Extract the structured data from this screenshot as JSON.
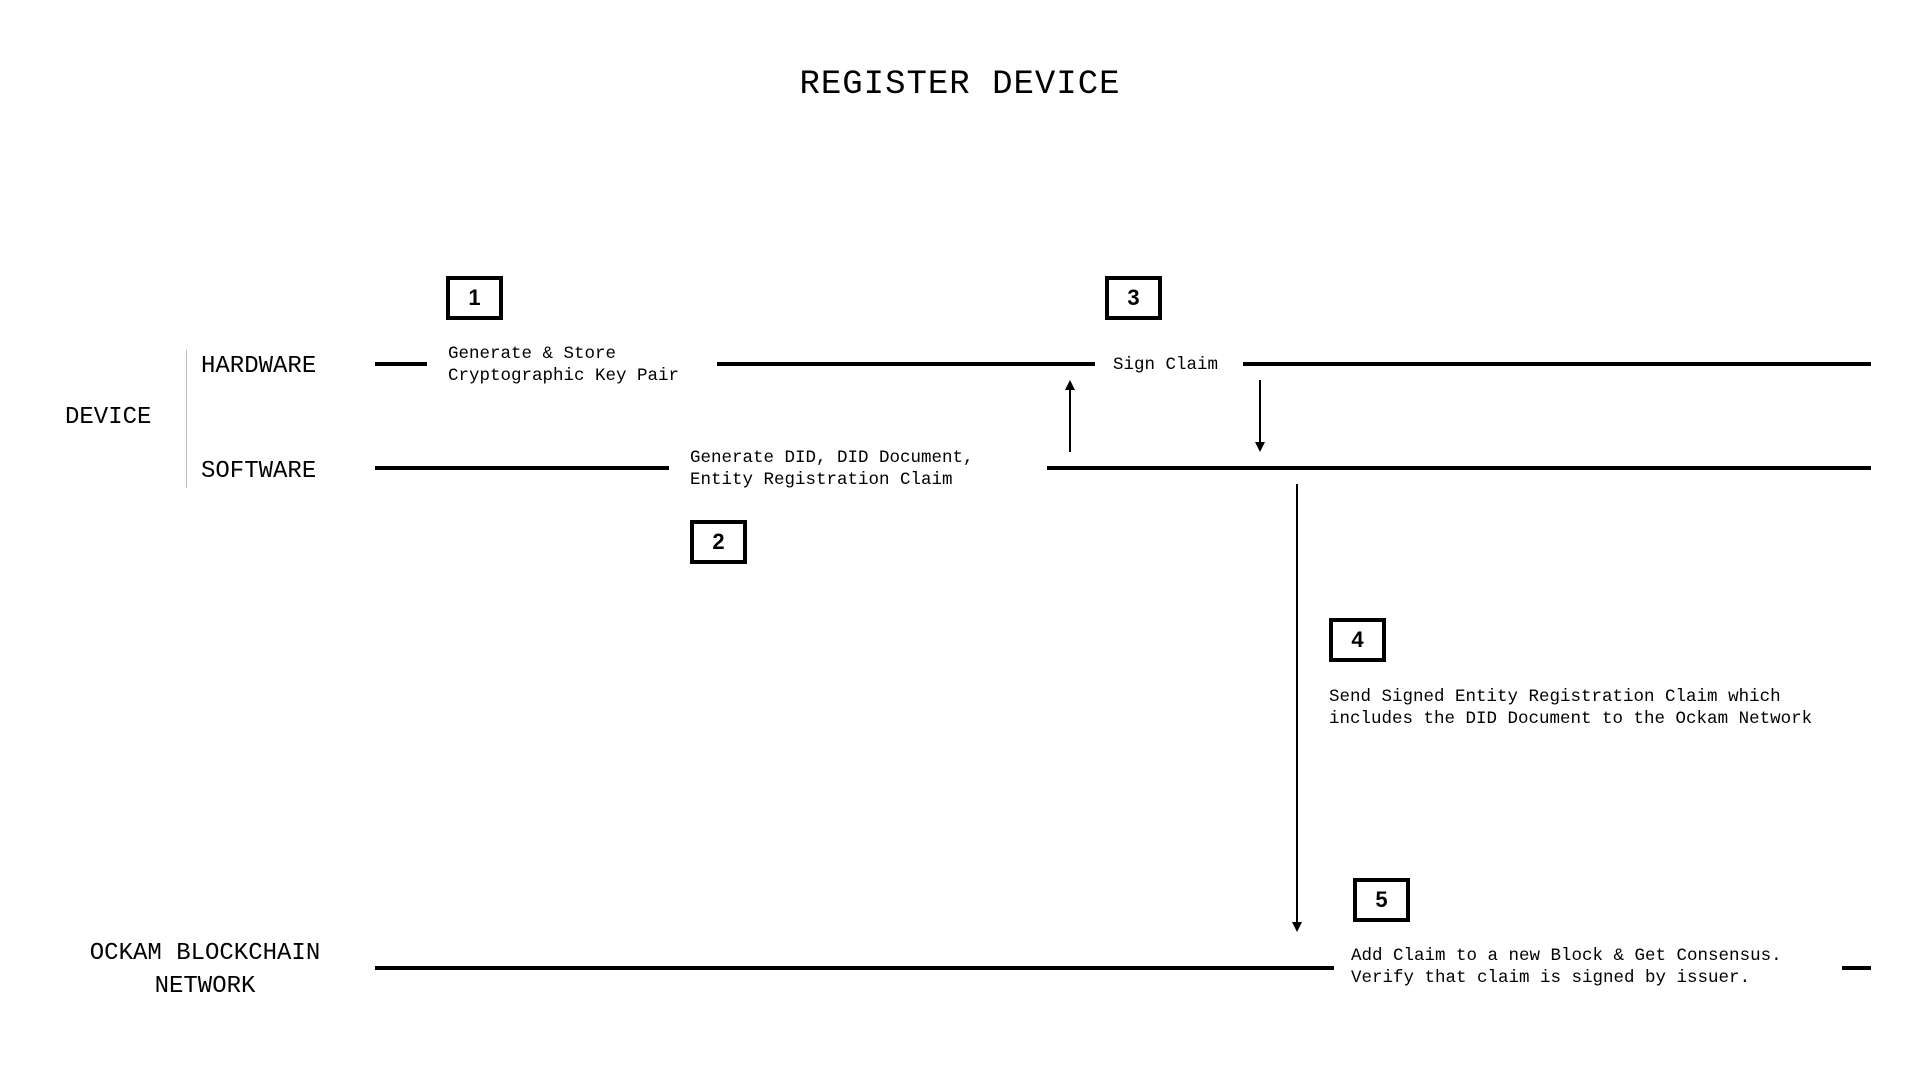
{
  "title": "REGISTER DEVICE",
  "lanes": {
    "device": "DEVICE",
    "hardware": "HARDWARE",
    "software": "SOFTWARE",
    "network_line1": "OCKAM BLOCKCHAIN",
    "network_line2": "NETWORK"
  },
  "steps": [
    {
      "number": "1",
      "lines": [
        "Generate & Store",
        "Cryptographic Key Pair"
      ]
    },
    {
      "number": "2",
      "lines": [
        "Generate DID, DID Document,",
        "Entity Registration Claim"
      ]
    },
    {
      "number": "3",
      "lines": [
        "Sign Claim"
      ]
    },
    {
      "number": "4",
      "lines": [
        "Send Signed Entity Registration Claim which",
        "includes the DID Document to the Ockam Network"
      ]
    },
    {
      "number": "5",
      "lines": [
        "Add Claim to a new Block & Get Consensus.",
        "Verify that claim is signed by issuer."
      ]
    }
  ]
}
